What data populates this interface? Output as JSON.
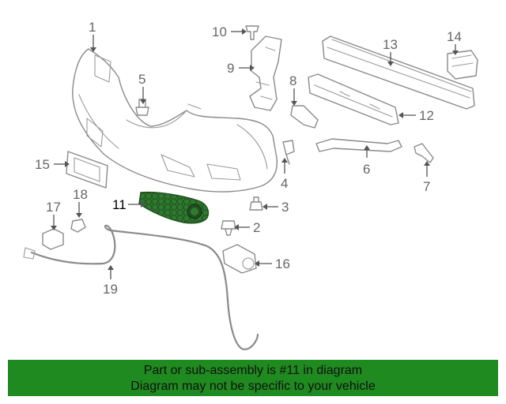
{
  "callouts": [
    "1",
    "2",
    "3",
    "4",
    "5",
    "6",
    "7",
    "8",
    "9",
    "10",
    "11",
    "12",
    "13",
    "14",
    "15",
    "16",
    "17",
    "18",
    "19"
  ],
  "highlighted_part": "11",
  "colors": {
    "highlight": "#2f7a2f",
    "banner": "#1f8a1f",
    "line": "#8a8a8a"
  },
  "banner": {
    "line1": "Part or sub-assembly is #11 in diagram",
    "line2": "Diagram may not be specific to your vehicle"
  }
}
